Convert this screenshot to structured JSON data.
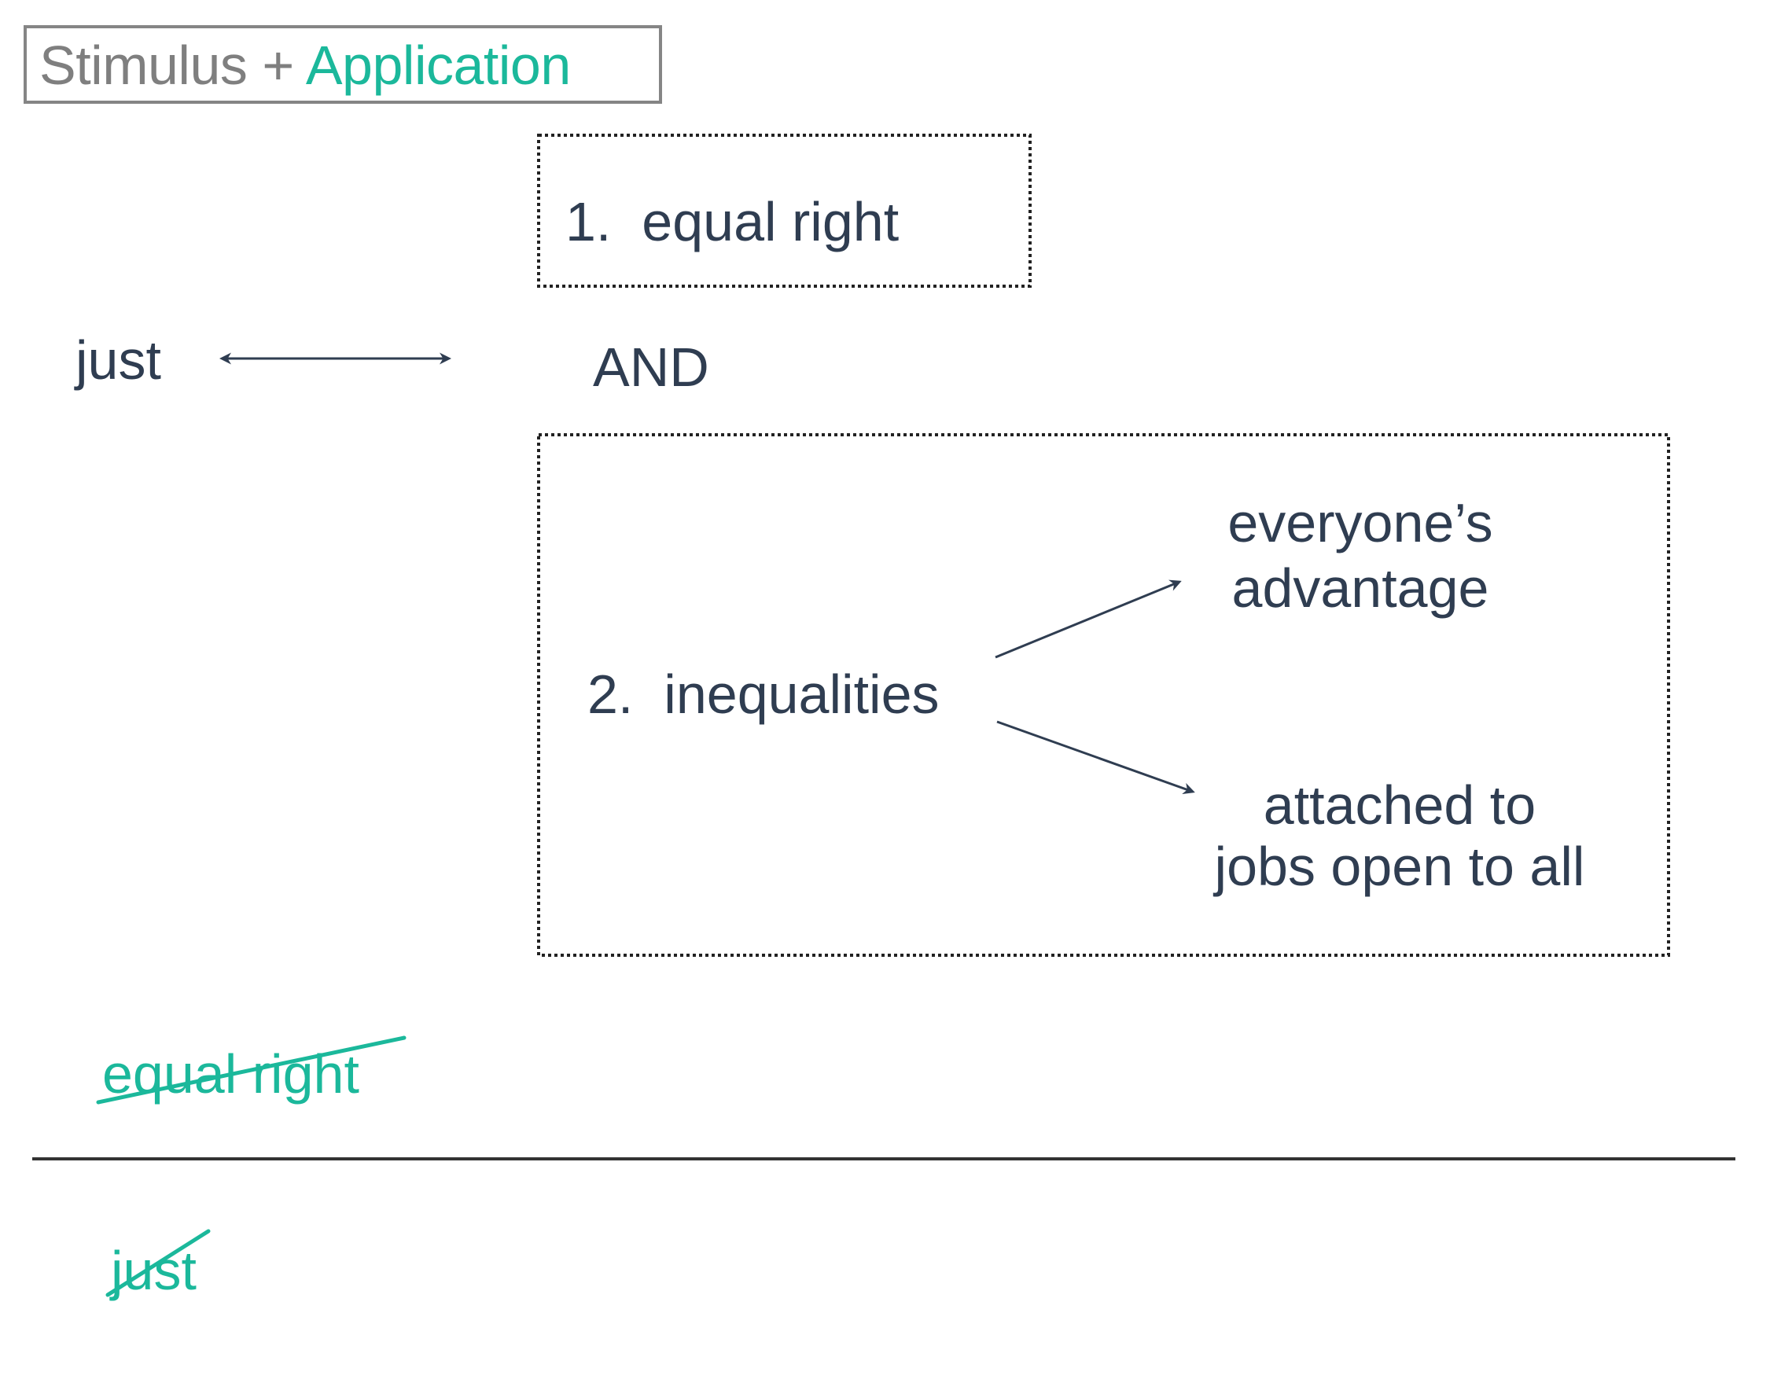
{
  "title": {
    "stimulus": "Stimulus +",
    "application": "Application"
  },
  "colors": {
    "text_dark": "#2f3d51",
    "title_gray": "#7f7f7f",
    "accent_teal": "#1bb89b",
    "divider": "#333333"
  },
  "diagram": {
    "left_term": "just",
    "principle_1": "1.  equal right",
    "connector": "AND",
    "principle_2": "2.  inequalities",
    "branch_top": [
      "everyone’s",
      "advantage"
    ],
    "branch_bottom": [
      "attached to",
      "jobs open to all"
    ]
  },
  "annotations": {
    "struck_equal_right": "equal right",
    "struck_just": "just"
  }
}
